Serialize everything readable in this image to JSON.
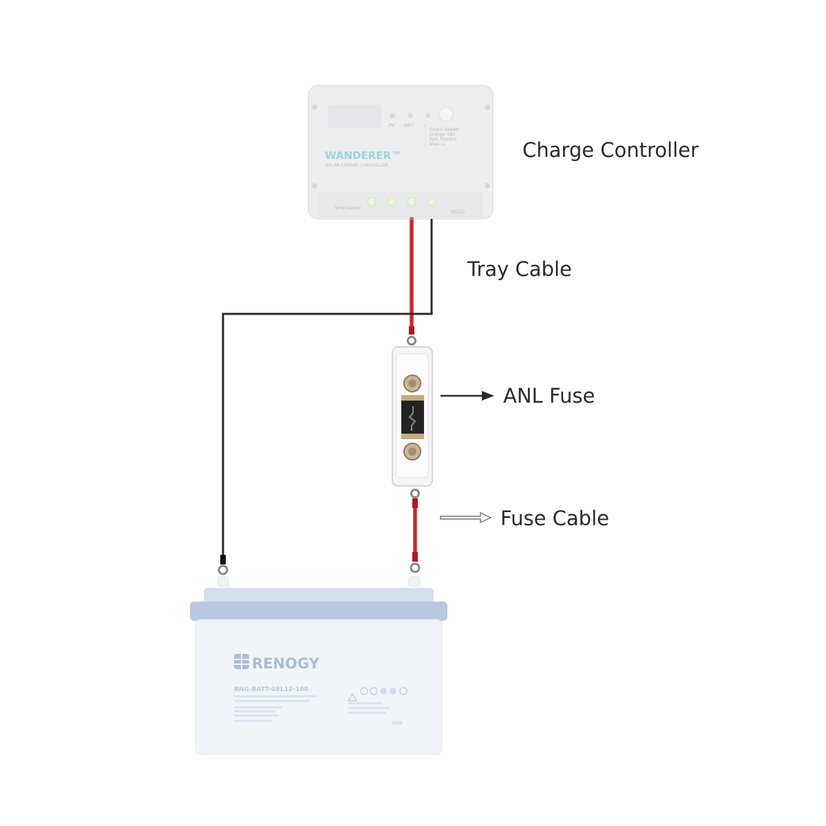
{
  "labels": {
    "charge_controller": "Charge Controller",
    "tray_cable": "Tray Cable",
    "anl_fuse": "ANL Fuse",
    "fuse_cable": "Fuse Cable"
  },
  "controller": {
    "brand": "WANDERER™",
    "subtitle": "SOLAR CHARGE CONTROLLER",
    "led_pv": "PV",
    "led_batt": "BATT",
    "legend_lines": [
      "Green: Sealed",
      "Orange: GEL",
      "Red: Flooded",
      "Blue: Li"
    ],
    "temp_sensor": "Temp Sensor",
    "rs232": "RS232"
  },
  "battery": {
    "brand": "RENOGY",
    "model": "RNG-BATT-GEL12-100"
  },
  "colors": {
    "positive_wire": "#d0202a",
    "negative_wire": "#2a2a2a",
    "text": "#2b2b2b",
    "device_gray": "#e9ebed",
    "battery_top": "#b6c6dc",
    "battery_body": "#eef2f7",
    "battery_text": "#a9bcd6",
    "controller_teal": "#9fd3db"
  }
}
